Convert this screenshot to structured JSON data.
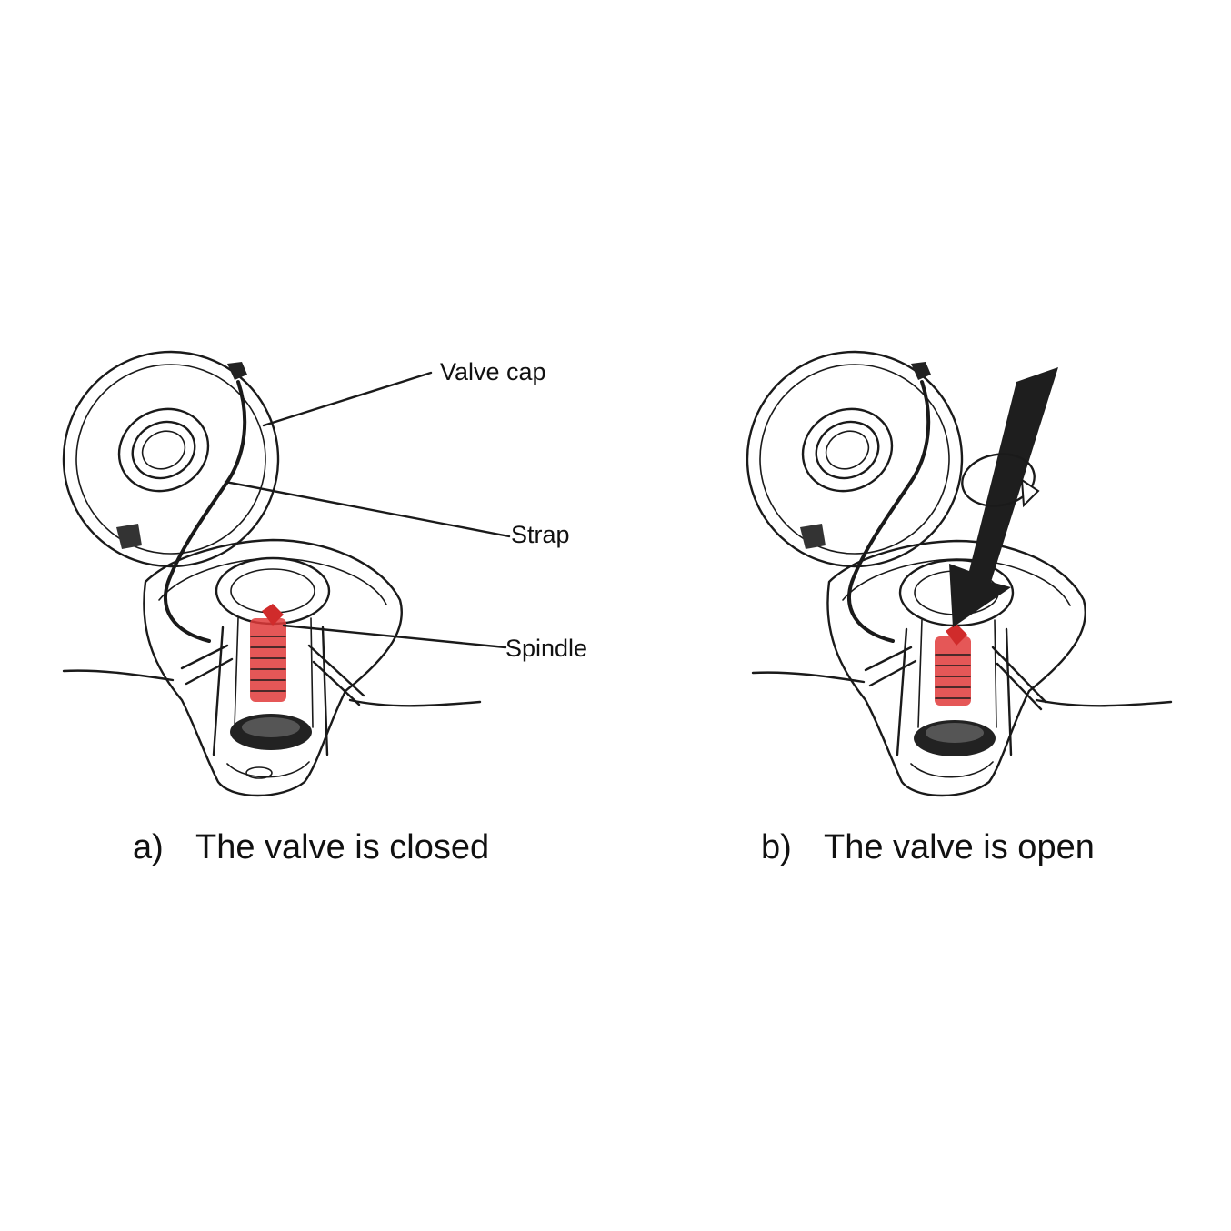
{
  "diagram": {
    "accent_color": "#e03a3a",
    "ink_color": "#1a1a1a",
    "labels": {
      "valve_cap": "Valve cap",
      "strap": "Strap",
      "spindle": "Spindle"
    },
    "captions": {
      "left_marker": "a)",
      "left_text": "The valve is closed",
      "right_marker": "b)",
      "right_text": "The valve is open"
    },
    "icons": {
      "press_arrow": "down-arrow-icon",
      "rotation": "rotate-icon"
    }
  }
}
